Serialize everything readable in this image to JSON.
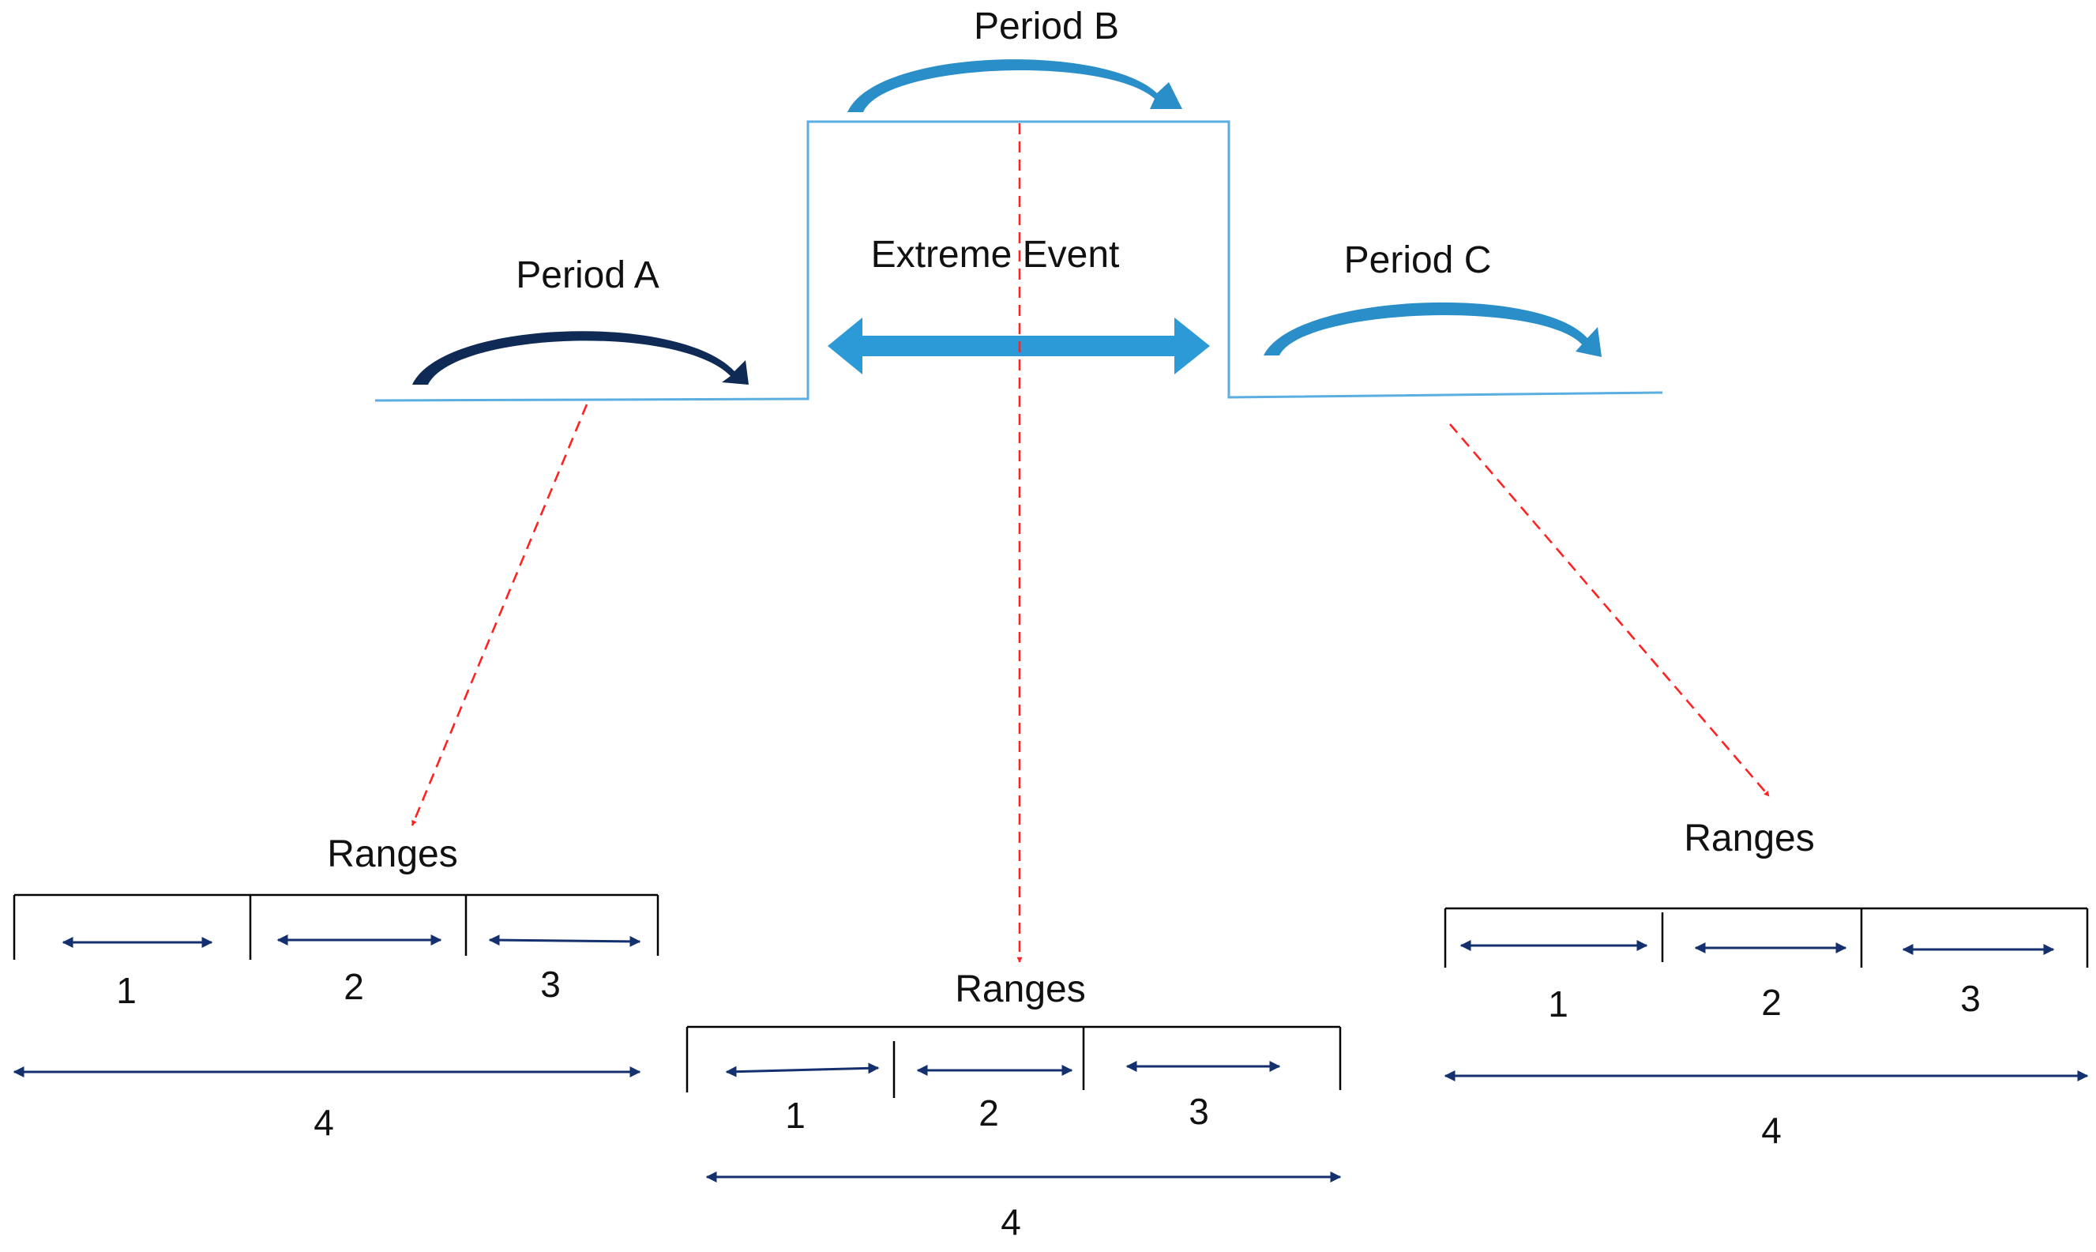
{
  "periods": {
    "a": "Period A",
    "b": "Period B",
    "c": "Period C"
  },
  "event_label": "Extreme Event",
  "ranges": {
    "a": {
      "title": "Ranges",
      "labels": [
        "1",
        "2",
        "3",
        "4"
      ]
    },
    "b": {
      "title": "Ranges",
      "labels": [
        "1",
        "2",
        "3",
        "4"
      ]
    },
    "c": {
      "title": "Ranges",
      "labels": [
        "1",
        "2",
        "3",
        "4"
      ]
    }
  },
  "colors": {
    "baseline": "#5aaee0",
    "dashed_arrow": "#ff2222",
    "period_a_arrow": "#0f2a55",
    "period_b_arrow": "#2a8fc9",
    "period_c_arrow": "#2a8fc9",
    "event_arrow": "#2b9ad6",
    "range_arrow": "#14306e"
  }
}
